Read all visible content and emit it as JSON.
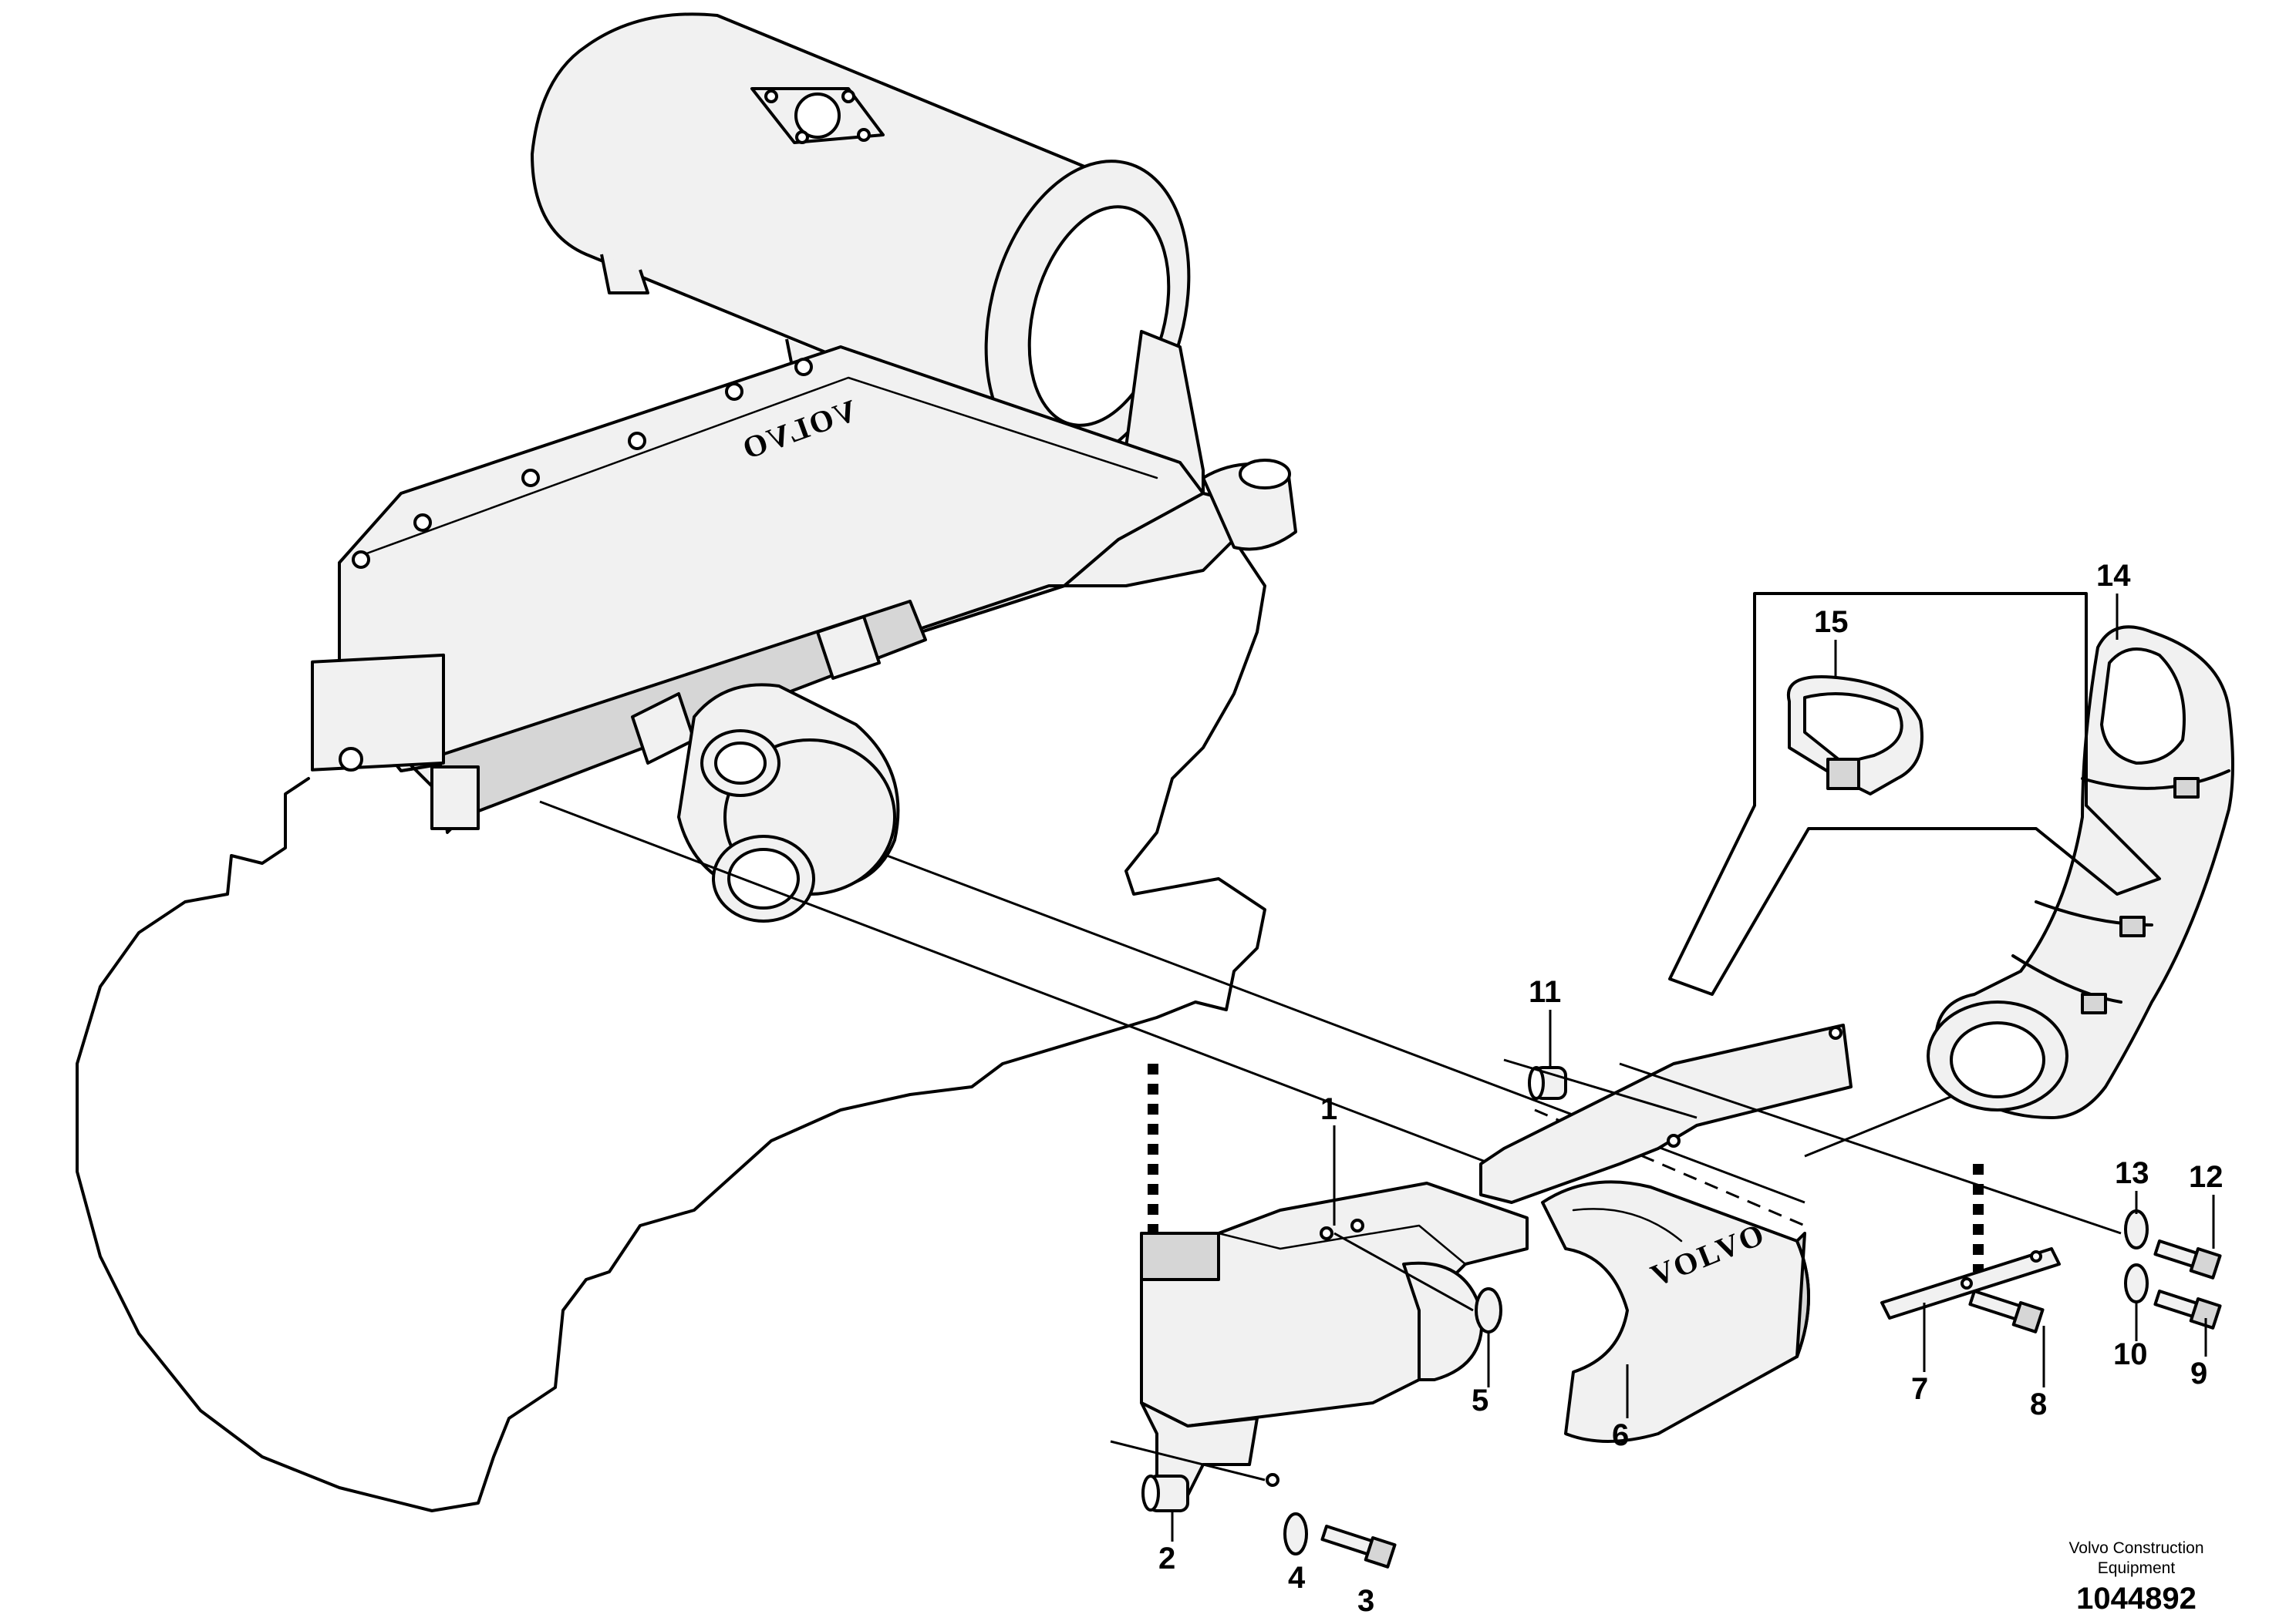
{
  "brand_marks": {
    "engine_cover": "VOLVO",
    "shield": "VOLVO"
  },
  "callouts": {
    "c1": "1",
    "c2": "2",
    "c3": "3",
    "c4": "4",
    "c5": "5",
    "c6": "6",
    "c7": "7",
    "c8": "8",
    "c9": "9",
    "c10": "10",
    "c11": "11",
    "c12": "12",
    "c13": "13",
    "c14": "14",
    "c15": "15"
  },
  "footer": {
    "company_line1": "Volvo Construction",
    "company_line2": "Equipment",
    "drawing_number": "1044892"
  },
  "colors": {
    "line": "#000000",
    "part_fill": "#f1f1f1",
    "part_shade": "#d6d6d6",
    "background": "#ffffff"
  }
}
